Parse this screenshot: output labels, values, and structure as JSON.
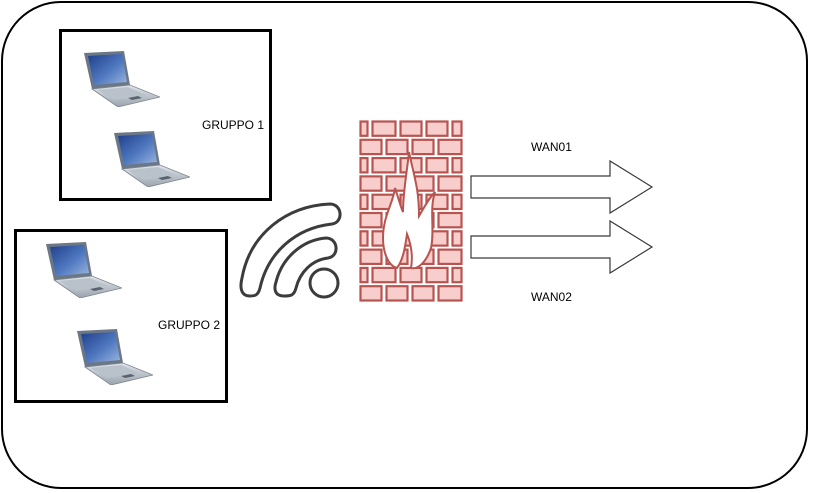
{
  "diagram": {
    "groups": [
      {
        "label": "GRUPPO 1",
        "devices": [
          "laptop",
          "laptop"
        ]
      },
      {
        "label": "GRUPPO 2",
        "devices": [
          "laptop",
          "laptop"
        ]
      }
    ],
    "connection_icon": "wifi-icon",
    "security_icon": "firewall-icon",
    "links": [
      {
        "label": "WAN01",
        "icon": "arrow-right-icon"
      },
      {
        "label": "WAN02",
        "icon": "arrow-right-icon"
      }
    ],
    "colors": {
      "brick_fill": "#f8cecc",
      "brick_stroke": "#b85450",
      "wifi_stroke": "#3c3c3c",
      "border": "#000000"
    }
  }
}
